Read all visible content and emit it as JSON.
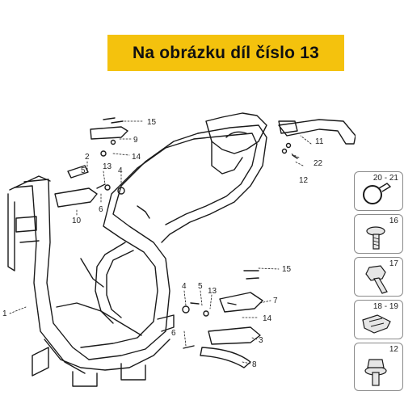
{
  "banner": {
    "text": "Na obrázku díl číslo 13"
  },
  "callouts": {
    "c1": "1",
    "c2": "2",
    "c3": "3",
    "c4a": "4",
    "c4b": "4",
    "c5a": "5",
    "c5b": "5",
    "c6a": "6",
    "c6b": "6",
    "c7": "7",
    "c8": "8",
    "c9": "9",
    "c10": "10",
    "c11": "11",
    "c12": "12",
    "c13a": "13",
    "c13b": "13",
    "c14a": "14",
    "c14b": "14",
    "c15a": "15",
    "c15b": "15",
    "c22": "22"
  },
  "side_parts": [
    {
      "label": "20 - 21",
      "icon": "hose-clamp-icon"
    },
    {
      "label": "16",
      "icon": "screw-icon"
    },
    {
      "label": "17",
      "icon": "hex-bolt-icon"
    },
    {
      "label": "18 - 19",
      "icon": "spring-clip-nut-icon"
    },
    {
      "label": "12",
      "icon": "flange-bolt-icon"
    }
  ]
}
